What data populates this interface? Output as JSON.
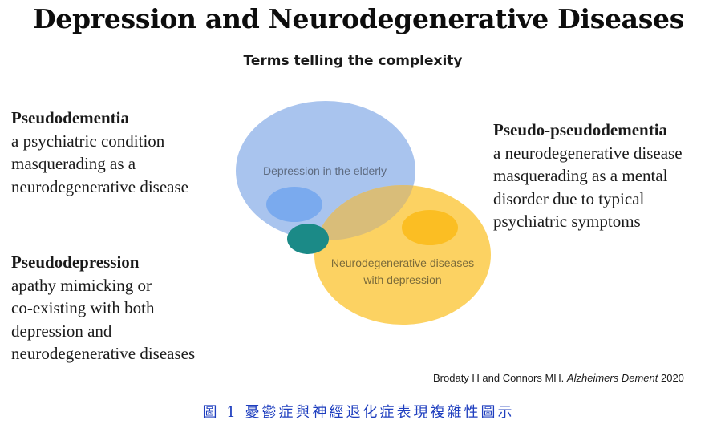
{
  "title": "Depression and Neurodegenerative Diseases",
  "subtitle": "Terms telling the complexity",
  "terms": {
    "pseudodementia": {
      "term": "Pseudodementia",
      "desc_lines": [
        "a psychiatric condition",
        "masquerading as a",
        "neurodegenerative disease"
      ]
    },
    "pseudodepression": {
      "term": "Pseudodepression",
      "desc_lines": [
        "apathy mimicking or",
        "co-existing with both",
        "depression and",
        "neurodegenerative diseases"
      ]
    },
    "pseudo_pseudodementia": {
      "term": "Pseudo-pseudodementia",
      "desc_lines": [
        "a neurodegenerative disease",
        "masquerading as a mental",
        "disorder due to typical",
        "psychiatric symptoms"
      ]
    }
  },
  "venn": {
    "depression_label": "Depression in the elderly",
    "neuro_label_lines": [
      "Neurodegenerative diseases",
      "with depression"
    ],
    "colors": {
      "depression_circle": "#a9c4ee",
      "neuro_circle": "#fcd262",
      "overlap": "#d9bd79",
      "inner_blue": "#7aaaee",
      "inner_yellow": "#fbbe23",
      "teal": "#1b8a87"
    }
  },
  "citation": {
    "authors": "Brodaty H and Connors MH.",
    "journal": "Alzheimers Dement",
    "year": "2020"
  },
  "caption": "圖 1 憂鬱症與神經退化症表現複雜性圖示"
}
